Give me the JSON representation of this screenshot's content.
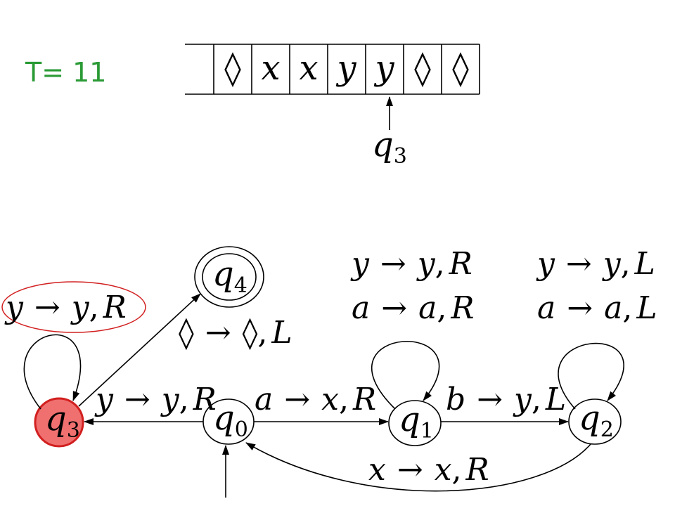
{
  "time": {
    "label": "T= 11"
  },
  "tape": {
    "cells": [
      "",
      "◊",
      "x",
      "x",
      "y",
      "y",
      "◊",
      "◊"
    ],
    "head_index": 5,
    "head_state": {
      "name": "q",
      "sub": "3"
    }
  },
  "states": {
    "q3": {
      "name": "q",
      "sub": "3",
      "current": true
    },
    "q4": {
      "name": "q",
      "sub": "4",
      "accepting": true
    },
    "q0": {
      "name": "q",
      "sub": "0",
      "initial": true
    },
    "q1": {
      "name": "q",
      "sub": "1"
    },
    "q2": {
      "name": "q",
      "sub": "2"
    }
  },
  "transitions": {
    "q3_loop": {
      "read": "y",
      "write": "y",
      "move": "R",
      "highlighted": true
    },
    "q3_to_q4": {
      "read": "◊",
      "write": "◊",
      "move": "L"
    },
    "q0_to_q3": {
      "read": "y",
      "write": "y",
      "move": "R"
    },
    "q0_to_q1": {
      "read": "a",
      "write": "x",
      "move": "R"
    },
    "q1_loop_1": {
      "read": "y",
      "write": "y",
      "move": "R"
    },
    "q1_loop_2": {
      "read": "a",
      "write": "a",
      "move": "R"
    },
    "q1_to_q2": {
      "read": "b",
      "write": "y",
      "move": "L"
    },
    "q2_loop_1": {
      "read": "y",
      "write": "y",
      "move": "L"
    },
    "q2_loop_2": {
      "read": "a",
      "write": "a",
      "move": "L"
    },
    "q2_to_q0": {
      "read": "x",
      "write": "x",
      "move": "R"
    }
  },
  "arrow_glyph": "→",
  "colors": {
    "time": "#2a9a35",
    "current_state": "#f07070",
    "current_state_stroke": "#d21f1f",
    "highlight": "#d21f1f"
  }
}
